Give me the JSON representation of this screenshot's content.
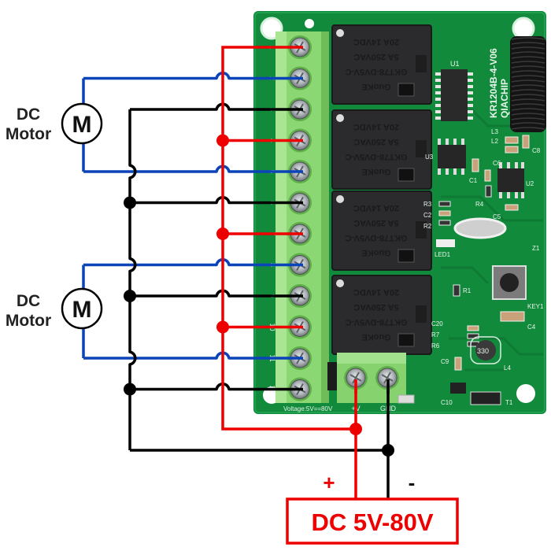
{
  "diagram": {
    "title": "Wiring diagram: 4-channel relay module driving two DC motors",
    "colors": {
      "positive_wire": "#ee0000",
      "motor_wire": "#0b44b8",
      "negative_wire": "#000000",
      "pcb": "#118a3c",
      "terminal": "#7fcf6a",
      "relay": "#2b2b2e"
    }
  },
  "motors": [
    {
      "label_line1": "DC",
      "label_line2": "Motor",
      "symbol": "M"
    },
    {
      "label_line1": "DC",
      "label_line2": "Motor",
      "symbol": "M"
    }
  ],
  "board": {
    "model": "KR1204B-4-V06",
    "brand_mark": "QIACHIP",
    "terminal_numbers": [
      "1",
      "2",
      "3",
      "4",
      "5",
      "6",
      "7",
      "8",
      "9",
      "10",
      "11",
      "12"
    ],
    "voltage_silk": "Voltage:5V==80V",
    "power_terminal_labels": [
      "+V",
      "GND"
    ],
    "chip_label": "U1",
    "component_labels": [
      "U3",
      "U2",
      "C1",
      "C6",
      "C5",
      "C8",
      "L2",
      "L3",
      "R4",
      "R3",
      "C2",
      "R2",
      "LED1",
      "Z1",
      "KEY1",
      "R1",
      "C4",
      "C20",
      "R7",
      "R6",
      "C9",
      "L4",
      "C10",
      "T1"
    ],
    "inductor_marking": "330",
    "relays": [
      {
        "line1": "20A 14VDC",
        "line2": "5A 250VAC",
        "line3": "GKT78-DV5V-C",
        "brand": "GuoKE"
      },
      {
        "line1": "20A 14VDC",
        "line2": "5A 250VAC",
        "line3": "GKT78-DV5V-C",
        "brand": "GuoKE"
      },
      {
        "line1": "20A 14VDC",
        "line2": "5A 250VAC",
        "line3": "GKT78-DV5V-C",
        "brand": "GuoKE"
      },
      {
        "line1": "20A 14VDC",
        "line2": "5A 250VAC",
        "line3": "GKT78-DV5V-C",
        "brand": "GuoKE"
      }
    ]
  },
  "power_supply": {
    "label": "DC 5V-80V",
    "positive_symbol": "+",
    "negative_symbol": "-"
  }
}
